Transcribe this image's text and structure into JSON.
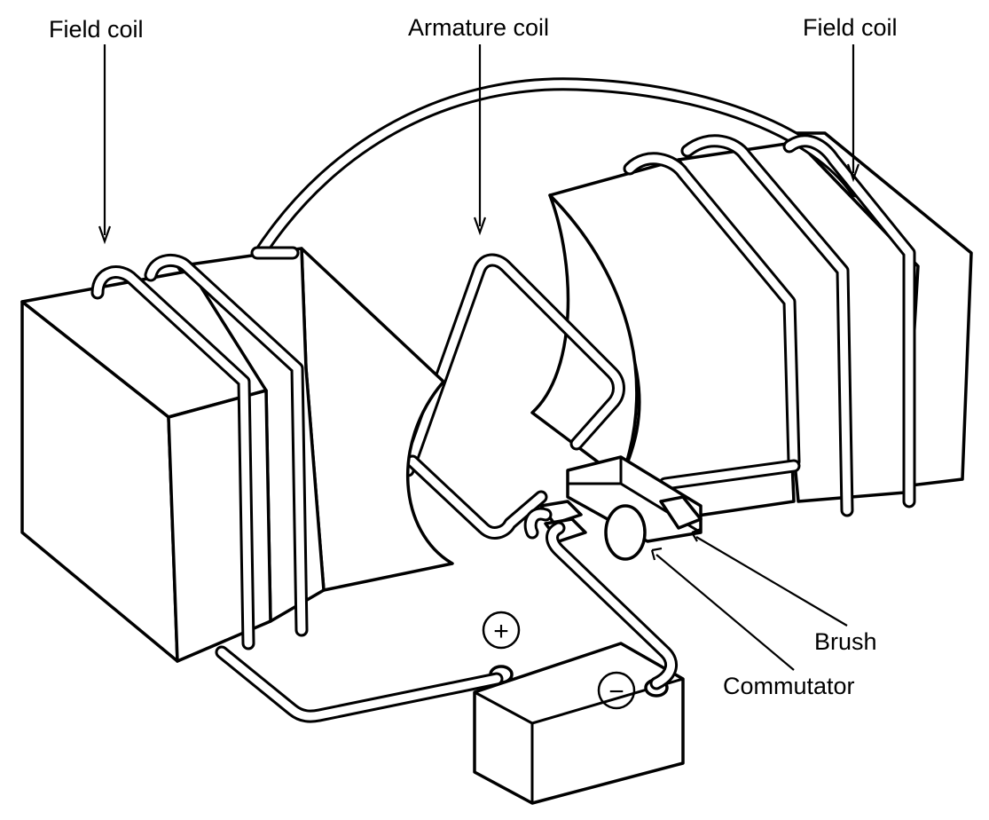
{
  "labels": {
    "field_coil_left": "Field coil",
    "armature_coil": "Armature coil",
    "field_coil_right": "Field coil",
    "brush": "Brush",
    "commutator": "Commutator"
  },
  "battery": {
    "positive_symbol": "+",
    "negative_symbol": "−"
  },
  "colors": {
    "ink": "#000000",
    "paper": "#ffffff"
  }
}
